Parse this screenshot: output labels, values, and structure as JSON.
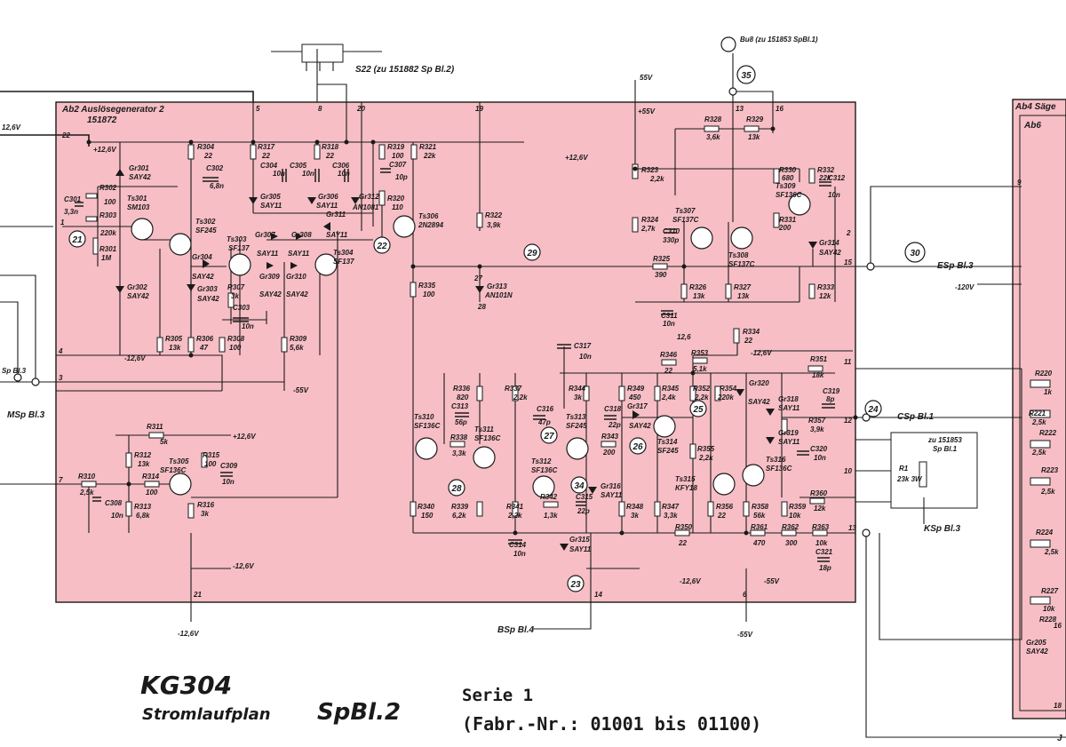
{
  "colors": {
    "board_fill": "#f7bec5",
    "ink": "#1a1a1a",
    "paper": "#ffffff"
  },
  "title_block": {
    "model": "KG304",
    "doc_type": "Stromlaufplan",
    "sheet": "SpBl.2",
    "serie": "Serie 1",
    "fabr_nr": "(Fabr.-Nr.: 01001 bis 01100)"
  },
  "board": {
    "name": "Ab2 Auslösegenerator 2",
    "part_no": "151872"
  },
  "right_board": {
    "name": "Ab4 Säge",
    "sub": "Ab6"
  },
  "switch_label": "S22 (zu 151882 Sp Bl.2)",
  "bu_label": "Bu8 (zu 151853 SpBl.1)",
  "rails": {
    "left_12v": "12,6V",
    "top_p126": "+12,6V",
    "p55": "55V",
    "p55_inner": "+55V",
    "p126_mid": "+12,6V",
    "m126_bottom": "-12,6V",
    "m126_left": "-12,6V",
    "m55": "-55V",
    "m55_b": "-55V",
    "m55_c": "-55V",
    "m126_c": "-12,6V",
    "m126_d": "-12,6V",
    "m120": "-120V",
    "p126_r311": "+12,6V",
    "r6_label": "12,6"
  },
  "signals": {
    "E": "ESp Bl.3",
    "M": "MSp Bl.3",
    "B": "BSp Bl.4",
    "C": "CSp Bl.1",
    "K": "KSp Bl.3",
    "sp_bl3_left": "Sp Bl.3",
    "zu151853": "zu 151853",
    "zu151853b": "Sp Bl.1"
  },
  "connector_pins": [
    "1",
    "2",
    "3",
    "4",
    "5",
    "6",
    "7",
    "8",
    "10",
    "11",
    "12",
    "13",
    "14",
    "15",
    "16",
    "18",
    "19",
    "20",
    "21",
    "22",
    "23",
    "24",
    "25",
    "26",
    "27",
    "28",
    "9"
  ],
  "circled_nodes": [
    "21",
    "22",
    "23",
    "24",
    "25",
    "26",
    "27",
    "28",
    "29",
    "30",
    "34",
    "35"
  ],
  "resistors": [
    {
      "ref": "R302",
      "val": "100"
    },
    {
      "ref": "R303",
      "val": "220k"
    },
    {
      "ref": "R301",
      "val": "1M"
    },
    {
      "ref": "R304",
      "val": "22"
    },
    {
      "ref": "R317",
      "val": "22"
    },
    {
      "ref": "R318",
      "val": "22"
    },
    {
      "ref": "R319",
      "val": "100"
    },
    {
      "ref": "R321",
      "val": "22k"
    },
    {
      "ref": "R320",
      "val": "110"
    },
    {
      "ref": "R322",
      "val": "3,9k"
    },
    {
      "ref": "R323",
      "val": "2,2k"
    },
    {
      "ref": "R324",
      "val": "2,7k"
    },
    {
      "ref": "R325",
      "val": "390"
    },
    {
      "ref": "R326",
      "val": "13k"
    },
    {
      "ref": "R327",
      "val": "13k"
    },
    {
      "ref": "R328",
      "val": "3,6k"
    },
    {
      "ref": "R329",
      "val": "13k"
    },
    {
      "ref": "R330",
      "val": "680"
    },
    {
      "ref": "R331",
      "val": "200"
    },
    {
      "ref": "R332",
      "val": "22k"
    },
    {
      "ref": "R333",
      "val": "12k"
    },
    {
      "ref": "R334",
      "val": "22"
    },
    {
      "ref": "R335",
      "val": "100"
    },
    {
      "ref": "R336",
      "val": "820"
    },
    {
      "ref": "R337",
      "val": "2,2k"
    },
    {
      "ref": "R338",
      "val": "3,3k"
    },
    {
      "ref": "R339",
      "val": "6,2k"
    },
    {
      "ref": "R340",
      "val": "150"
    },
    {
      "ref": "R341",
      "val": "2,2k"
    },
    {
      "ref": "R342",
      "val": "1,3k"
    },
    {
      "ref": "R343",
      "val": "200"
    },
    {
      "ref": "R344",
      "val": "3k"
    },
    {
      "ref": "R345",
      "val": "2,4k"
    },
    {
      "ref": "R346",
      "val": "22"
    },
    {
      "ref": "R347",
      "val": "3,3k"
    },
    {
      "ref": "R348",
      "val": "3k"
    },
    {
      "ref": "R349",
      "val": "450"
    },
    {
      "ref": "R350",
      "val": "22"
    },
    {
      "ref": "R351",
      "val": "18k"
    },
    {
      "ref": "R352",
      "val": "2,2k"
    },
    {
      "ref": "R353",
      "val": "5,1k"
    },
    {
      "ref": "R354",
      "val": "220k"
    },
    {
      "ref": "R355",
      "val": "2,2k"
    },
    {
      "ref": "R356",
      "val": "22"
    },
    {
      "ref": "R357",
      "val": "3,9k"
    },
    {
      "ref": "R358",
      "val": "56k"
    },
    {
      "ref": "R359",
      "val": "10k"
    },
    {
      "ref": "R360",
      "val": "12k"
    },
    {
      "ref": "R361",
      "val": "470"
    },
    {
      "ref": "R362",
      "val": "300"
    },
    {
      "ref": "R363",
      "val": "10k"
    },
    {
      "ref": "R305",
      "val": "13k"
    },
    {
      "ref": "R306",
      "val": "47"
    },
    {
      "ref": "R307",
      "val": "3k"
    },
    {
      "ref": "R308",
      "val": "100"
    },
    {
      "ref": "R309",
      "val": "5,6k"
    },
    {
      "ref": "R310",
      "val": "2,5k"
    },
    {
      "ref": "R311",
      "val": "5k"
    },
    {
      "ref": "R312",
      "val": "13k"
    },
    {
      "ref": "R313",
      "val": "6,8k"
    },
    {
      "ref": "R314",
      "val": "100"
    },
    {
      "ref": "R315",
      "val": "100"
    },
    {
      "ref": "R316",
      "val": "3k"
    },
    {
      "ref": "R1",
      "val": "23k 3W"
    }
  ],
  "capacitors": [
    {
      "ref": "C301",
      "val": "3,3n"
    },
    {
      "ref": "C302",
      "val": "6,8n"
    },
    {
      "ref": "C303",
      "val": "10n"
    },
    {
      "ref": "C304",
      "val": "10n"
    },
    {
      "ref": "C305",
      "val": "10n"
    },
    {
      "ref": "C306",
      "val": "10n"
    },
    {
      "ref": "C307",
      "val": "10p"
    },
    {
      "ref": "C308",
      "val": "10n"
    },
    {
      "ref": "C309",
      "val": "10n"
    },
    {
      "ref": "C310",
      "val": "330p"
    },
    {
      "ref": "C311",
      "val": "10n"
    },
    {
      "ref": "C312",
      "val": "10n"
    },
    {
      "ref": "C313",
      "val": "56p"
    },
    {
      "ref": "C314",
      "val": "10n"
    },
    {
      "ref": "C315",
      "val": "22p"
    },
    {
      "ref": "C316",
      "val": "47p"
    },
    {
      "ref": "C317",
      "val": "10n"
    },
    {
      "ref": "C318",
      "val": "22p"
    },
    {
      "ref": "C319",
      "val": "8p"
    },
    {
      "ref": "C320",
      "val": "10n"
    },
    {
      "ref": "C321",
      "val": "18p"
    }
  ],
  "transistors": [
    {
      "ref": "Ts301",
      "type": "SM103"
    },
    {
      "ref": "Ts302",
      "type": "SF245"
    },
    {
      "ref": "Ts303",
      "type": "SF137"
    },
    {
      "ref": "Ts304",
      "type": "SF137"
    },
    {
      "ref": "Ts305",
      "type": "SF136C"
    },
    {
      "ref": "Ts306",
      "type": "2N2894"
    },
    {
      "ref": "Ts307",
      "type": "SF137C"
    },
    {
      "ref": "Ts308",
      "type": "SF137C"
    },
    {
      "ref": "Ts309",
      "type": "SF136C"
    },
    {
      "ref": "Ts310",
      "type": "SF136C"
    },
    {
      "ref": "Ts311",
      "type": "SF136C"
    },
    {
      "ref": "Ts312",
      "type": "SF136C"
    },
    {
      "ref": "Ts313",
      "type": "SF245"
    },
    {
      "ref": "Ts314",
      "type": "SF245"
    },
    {
      "ref": "Ts315",
      "type": "KFY18"
    },
    {
      "ref": "Ts316",
      "type": "SF136C"
    }
  ],
  "diodes": [
    {
      "ref": "Gr301",
      "type": "SAY42"
    },
    {
      "ref": "Gr302",
      "type": "SAY42"
    },
    {
      "ref": "Gr303",
      "type": "SAY42"
    },
    {
      "ref": "Gr304",
      "type": "SAY42"
    },
    {
      "ref": "Gr305",
      "type": "SAY11"
    },
    {
      "ref": "Gr306",
      "type": "SAY11"
    },
    {
      "ref": "Gr307",
      "type": "SAY11"
    },
    {
      "ref": "Gr308",
      "type": "SAY11"
    },
    {
      "ref": "Gr309",
      "type": "SAY42"
    },
    {
      "ref": "Gr310",
      "type": "SAY42"
    },
    {
      "ref": "Gr311",
      "type": "SAY11"
    },
    {
      "ref": "Gr312",
      "type": "AN1081"
    },
    {
      "ref": "Gr313",
      "type": "AN101N"
    },
    {
      "ref": "Gr314",
      "type": "SAY42"
    },
    {
      "ref": "Gr315",
      "type": "SAY11"
    },
    {
      "ref": "Gr316",
      "type": "SAY11"
    },
    {
      "ref": "Gr317",
      "type": "SAY42"
    },
    {
      "ref": "Gr318",
      "type": "SAY11"
    },
    {
      "ref": "Gr319",
      "type": "SAY11"
    },
    {
      "ref": "Gr320",
      "type": "SAY42"
    }
  ],
  "right_board_parts": [
    "R220",
    "1k",
    "R221",
    "2,5k",
    "R222",
    "2,5k",
    "R223",
    "2,5k",
    "R224",
    "2,5k",
    "R227",
    "10k",
    "R228",
    "Gr205",
    "SAY42",
    "J"
  ]
}
